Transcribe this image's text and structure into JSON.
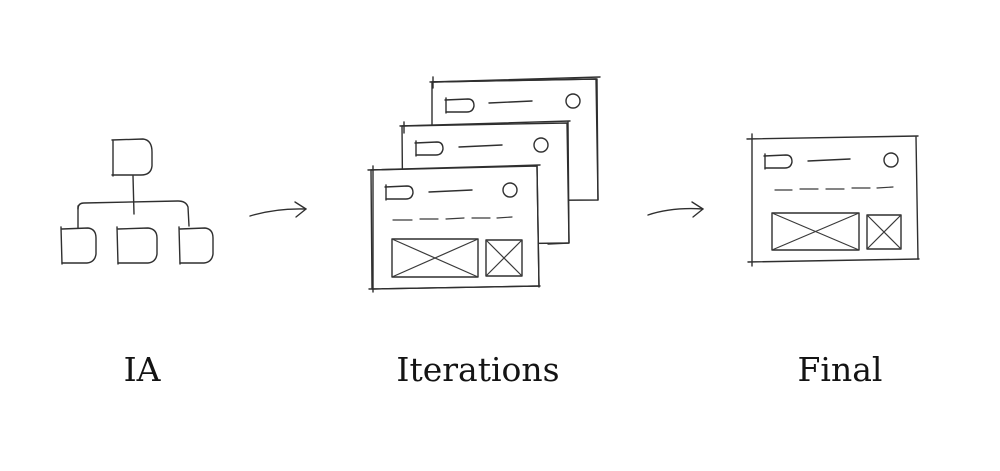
{
  "stages": [
    {
      "id": "ia",
      "label": "IA"
    },
    {
      "id": "iterations",
      "label": "Iterations"
    },
    {
      "id": "final",
      "label": "Final"
    }
  ],
  "colors": {
    "ink": "#2f2f2f",
    "text": "#141414",
    "background": "#ffffff"
  }
}
